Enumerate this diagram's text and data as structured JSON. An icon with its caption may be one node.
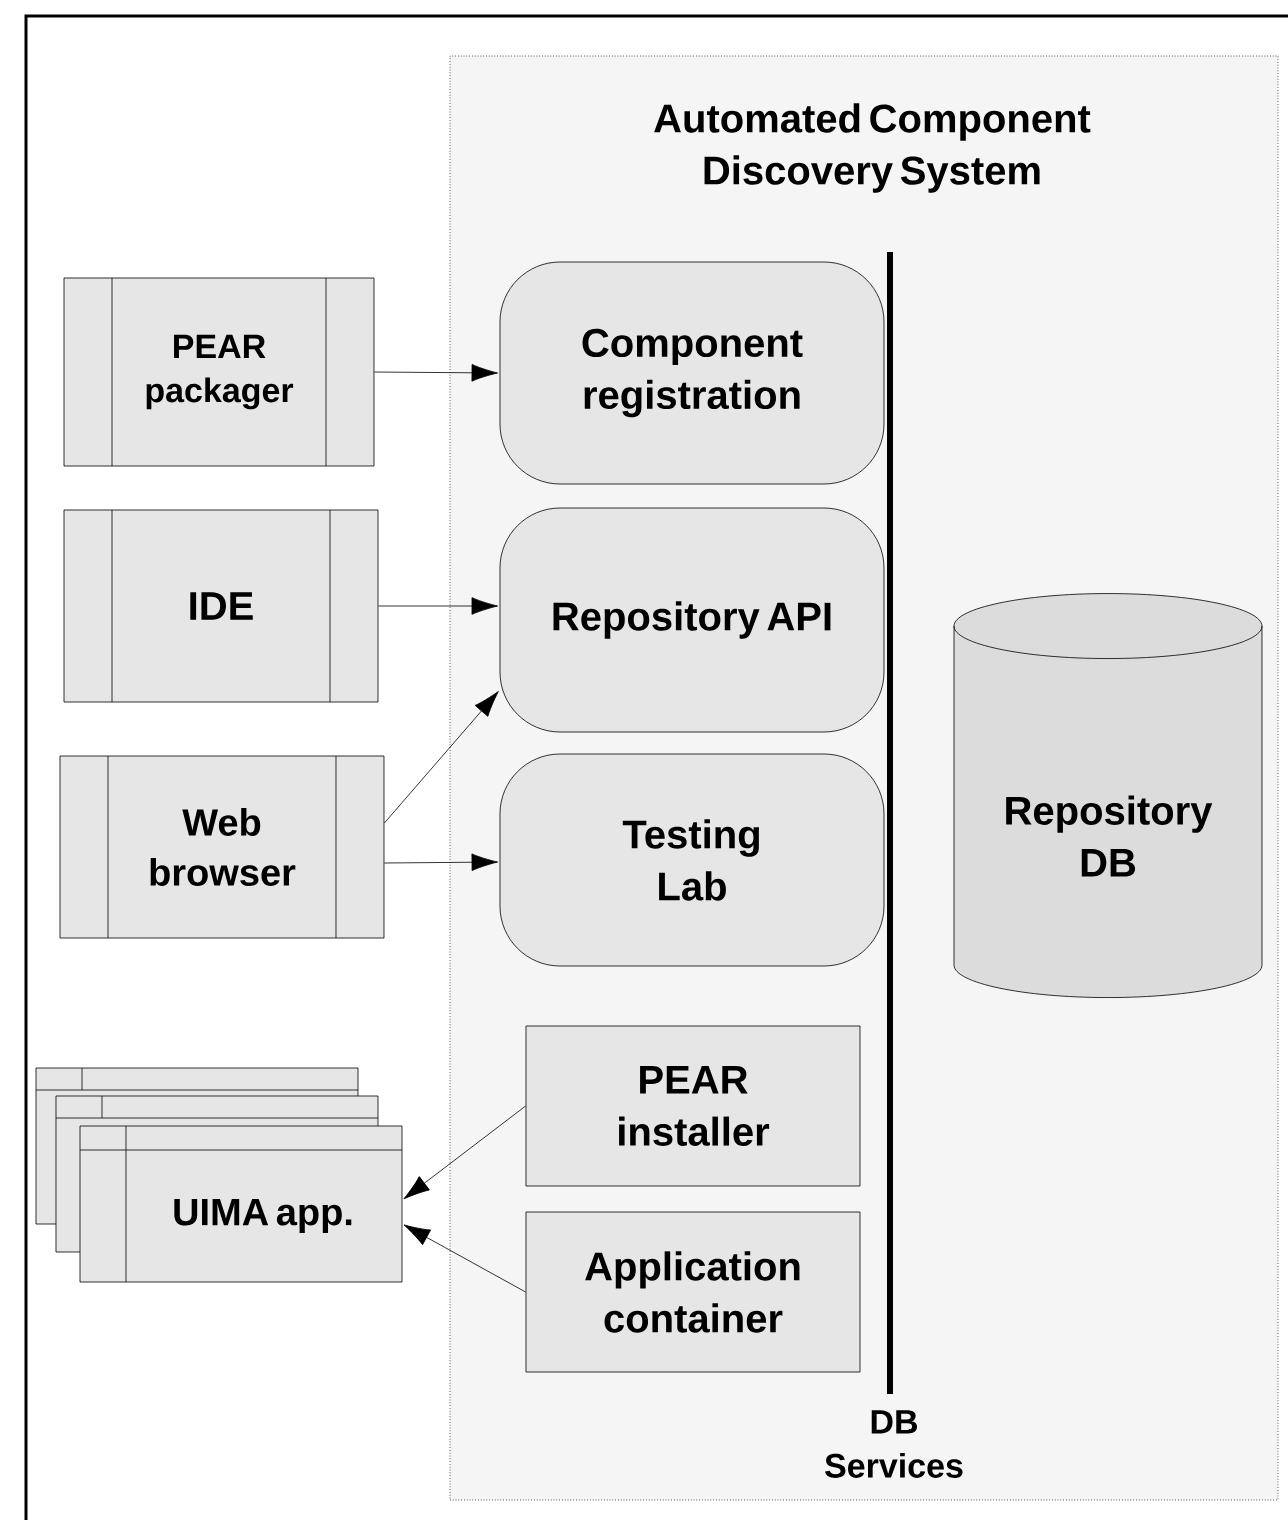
{
  "diagram": {
    "nodes": [
      {
        "text": [
          "Automated Component Discovery System"
        ]
      },
      {
        "text": [
          "PEAR packager"
        ]
      },
      {
        "text": [
          "IDE"
        ]
      },
      {
        "text": [
          "Web browser"
        ]
      },
      {
        "text": [
          "UIMA app."
        ]
      },
      {
        "text": [
          "Component registration"
        ],
        "in": 0
      },
      {
        "text": [
          "Repository API"
        ],
        "in": 0
      },
      {
        "text": [
          "Testing Lab"
        ],
        "in": 0
      },
      {
        "text": [
          "PEAR installer"
        ],
        "in": 0
      },
      {
        "text": [
          "Application container"
        ],
        "in": 0
      },
      {
        "text": [
          "Repository DB"
        ],
        "in": 0
      },
      {
        "text": [
          "DB Services"
        ],
        "in": 0
      }
    ],
    "edges": [
      {
        "from": 1,
        "to": 5,
        "arrow": "to"
      },
      {
        "from": 2,
        "to": 6,
        "arrow": "to"
      },
      {
        "from": 3,
        "to": 6,
        "arrow": "to"
      },
      {
        "from": 3,
        "to": 7,
        "arrow": "to"
      },
      {
        "from": 8,
        "to": 4,
        "arrow": "to"
      },
      {
        "from": 9,
        "to": 4,
        "arrow": "to"
      }
    ]
  }
}
